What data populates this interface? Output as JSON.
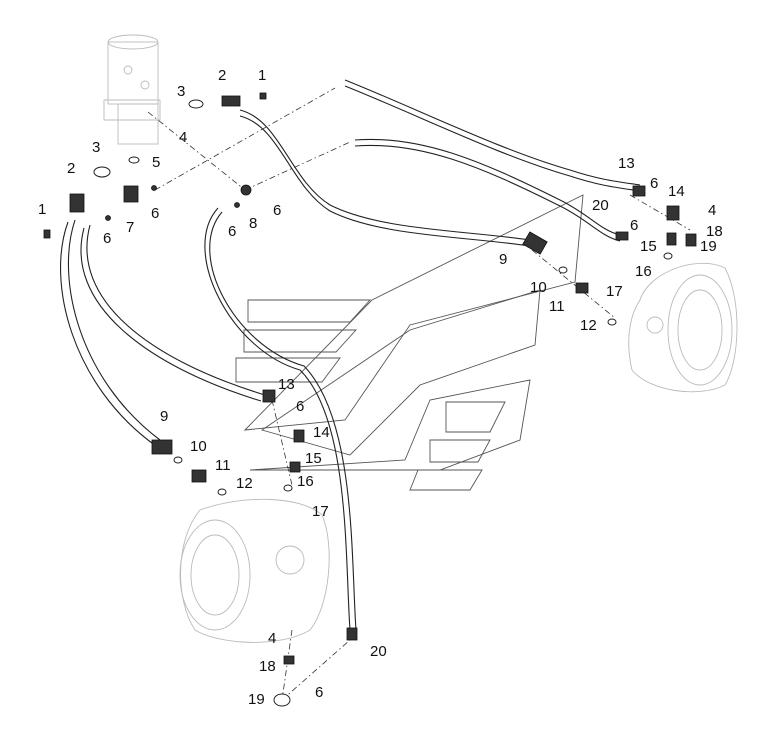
{
  "callouts": [
    {
      "id": "c-1a",
      "text": "1"
    },
    {
      "id": "c-2a",
      "text": "2"
    },
    {
      "id": "c-3a",
      "text": "3"
    },
    {
      "id": "c-3b",
      "text": "3"
    },
    {
      "id": "c-4a",
      "text": "4"
    },
    {
      "id": "c-5",
      "text": "5"
    },
    {
      "id": "c-2b",
      "text": "2"
    },
    {
      "id": "c-1b",
      "text": "1"
    },
    {
      "id": "c-6a",
      "text": "6"
    },
    {
      "id": "c-7",
      "text": "7"
    },
    {
      "id": "c-6b",
      "text": "6"
    },
    {
      "id": "c-6c",
      "text": "6"
    },
    {
      "id": "c-8",
      "text": "8"
    },
    {
      "id": "c-6d",
      "text": "6"
    },
    {
      "id": "c-13a",
      "text": "13"
    },
    {
      "id": "c-6e",
      "text": "6"
    },
    {
      "id": "c-14a",
      "text": "14"
    },
    {
      "id": "c-20a",
      "text": "20"
    },
    {
      "id": "c-4b",
      "text": "4"
    },
    {
      "id": "c-6f",
      "text": "6"
    },
    {
      "id": "c-18a",
      "text": "18"
    },
    {
      "id": "c-19a",
      "text": "19"
    },
    {
      "id": "c-15a",
      "text": "15"
    },
    {
      "id": "c-9a",
      "text": "9"
    },
    {
      "id": "c-16a",
      "text": "16"
    },
    {
      "id": "c-17a",
      "text": "17"
    },
    {
      "id": "c-10a",
      "text": "10"
    },
    {
      "id": "c-11a",
      "text": "11"
    },
    {
      "id": "c-12a",
      "text": "12"
    },
    {
      "id": "c-13b",
      "text": "13"
    },
    {
      "id": "c-6g",
      "text": "6"
    },
    {
      "id": "c-14b",
      "text": "14"
    },
    {
      "id": "c-9b",
      "text": "9"
    },
    {
      "id": "c-10b",
      "text": "10"
    },
    {
      "id": "c-15b",
      "text": "15"
    },
    {
      "id": "c-11b",
      "text": "11"
    },
    {
      "id": "c-16b",
      "text": "16"
    },
    {
      "id": "c-12b",
      "text": "12"
    },
    {
      "id": "c-17b",
      "text": "17"
    },
    {
      "id": "c-4c",
      "text": "4"
    },
    {
      "id": "c-20b",
      "text": "20"
    },
    {
      "id": "c-18b",
      "text": "18"
    },
    {
      "id": "c-6h",
      "text": "6"
    },
    {
      "id": "c-19b",
      "text": "19"
    }
  ]
}
